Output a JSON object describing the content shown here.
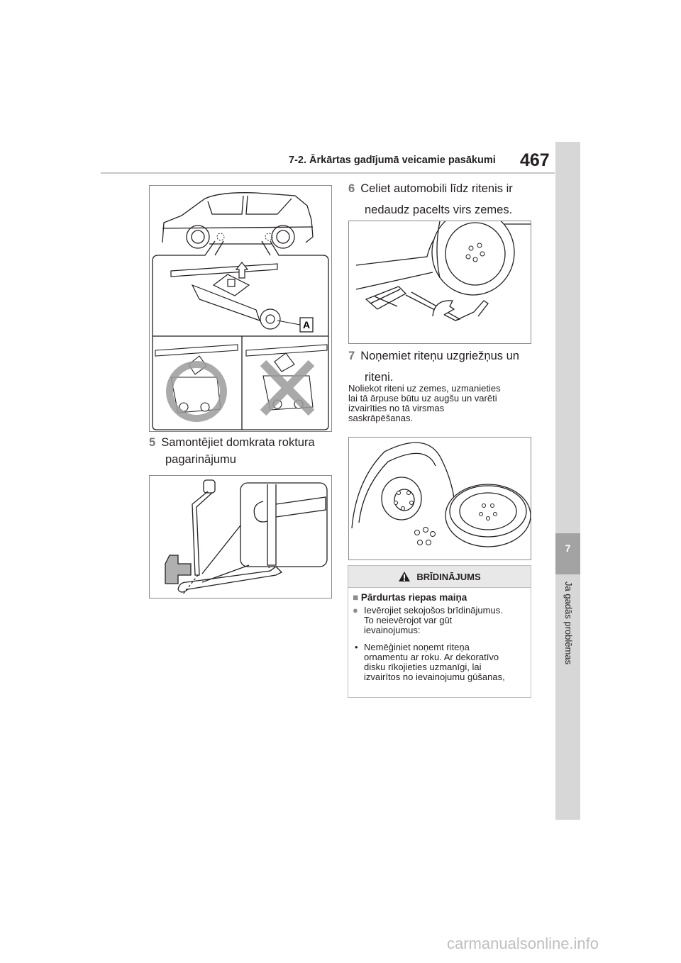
{
  "header": {
    "section_title": "7-2. Ārkārtas gadījumā veicamie pasākumi",
    "page_number": "467"
  },
  "side_tab": {
    "chapter_number": "7",
    "chapter_label": "Ja gadās problēmas"
  },
  "figure1": {
    "label_A": "A"
  },
  "step5": {
    "num": "5",
    "text_line1": "Samontējiet domkrata roktura",
    "text_line2": "pagarinājumu"
  },
  "step6": {
    "num": "6",
    "text_line1": "Celiet automobili līdz ritenis ir",
    "text_line2": "nedaudz pacelts virs zemes."
  },
  "step7": {
    "num": "7",
    "text_line1": "Noņemiet riteņu uzgriežņus un",
    "text_line2": "riteni."
  },
  "note": {
    "l1": "Noliekot riteni uz zemes, uzmanieties",
    "l2": "lai tā ārpuse būtu uz augšu un varēti",
    "l3": "izvairīties no tā virsmas",
    "l4": "saskrāpēšanas."
  },
  "warning": {
    "title": "BRĪDINĀJUMS",
    "subtitle": "Pārdurtas riepas maiņa",
    "item1_l1": "Ievērojiet sekojošos brīdinājumus.",
    "item1_l2": "To neievērojot var gūt",
    "item1_l3": "ievainojumus:",
    "item2_l1": "Nemēģiniet noņemt riteņa",
    "item2_l2": "ornamentu ar roku. Ar dekoratīvo",
    "item2_l3": "disku rīkojieties uzmanīgi, lai",
    "item2_l4": "izvairītos no ievainojumu gūšanas,"
  },
  "watermark": "carmanualsonline.info"
}
